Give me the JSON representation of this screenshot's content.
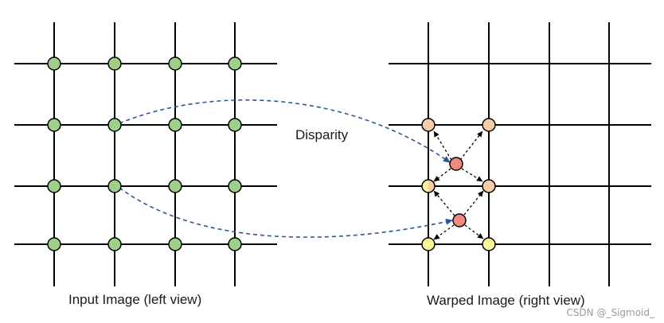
{
  "labels": {
    "left_caption": "Input Image (left view)",
    "right_caption": "Warped Image (right view)",
    "arrow_label": "Disparity",
    "watermark": "CSDN @_Sigmoid_"
  },
  "colors": {
    "grid_line": "#000000",
    "input_node": "#9fd08a",
    "warped_node": "#ee8a7e",
    "neighbor_node_upper": "#f6cda6",
    "neighbor_node_lower": "#fbf59a",
    "neighbor_node_middle": "#f9d9a0",
    "disparity_arrow": "#2f5597",
    "neighbor_arrow": "#000000"
  }
}
